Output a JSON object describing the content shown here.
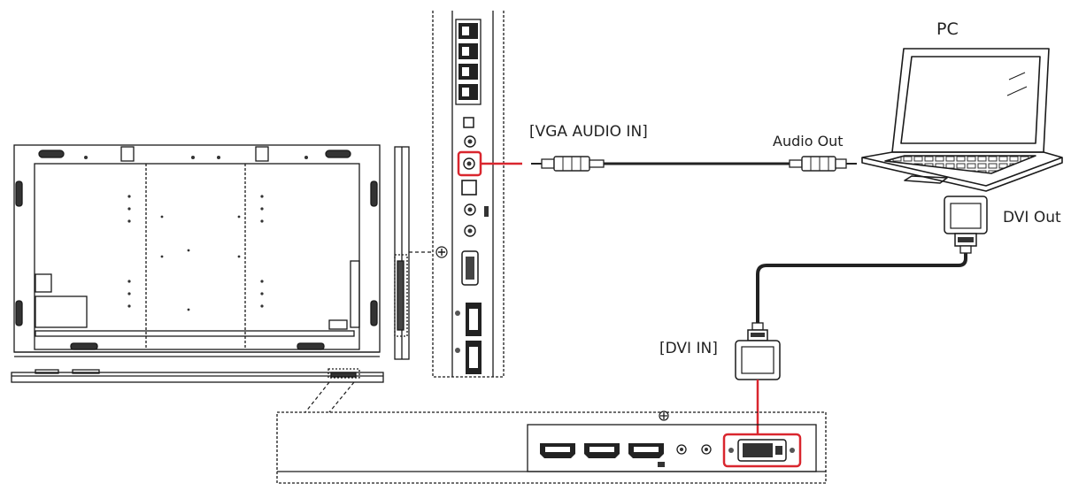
{
  "labels": {
    "pc": "PC",
    "vga_audio_in": "[VGA AUDIO IN]",
    "audio_out": "Audio Out",
    "dvi_out": "DVI Out",
    "dvi_in": "[DVI IN]"
  },
  "colors": {
    "highlight": "#d9262e",
    "line": "#1a1a1a",
    "cable": "#222222"
  },
  "icons": [
    "monitor-back",
    "side-connector-panel",
    "bottom-connector-panel",
    "audio-jack",
    "dvi-connector",
    "laptop",
    "hdmi-port",
    "vga-port"
  ]
}
